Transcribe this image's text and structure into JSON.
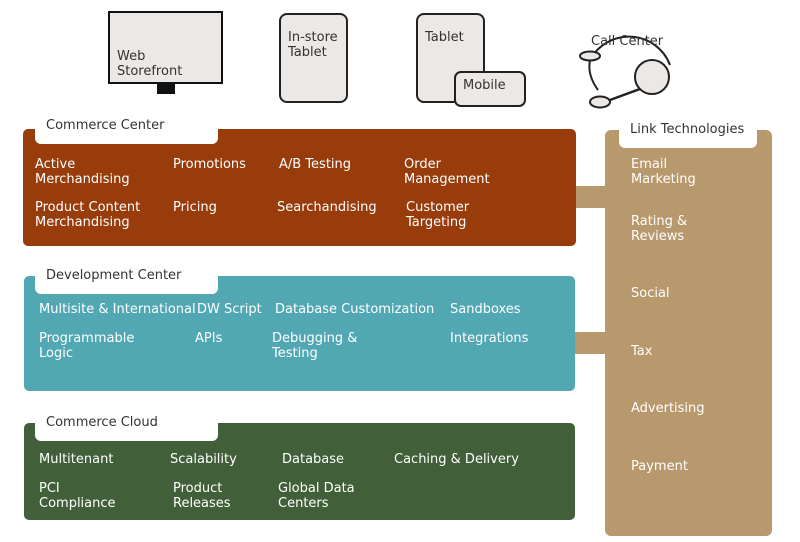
{
  "devices": {
    "web": "Web\nStorefront",
    "instore": "In-store\nTablet",
    "tablet": "Tablet",
    "mobile": "Mobile",
    "callcenter": "Call Center"
  },
  "colors": {
    "commerce_center": "#983c0c",
    "development_center": "#51a8b3",
    "commerce_cloud": "#41603a",
    "link": "#b8996d"
  },
  "commerce_center": {
    "title": "Commerce Center",
    "items": [
      "Active\nMerchandising",
      "Promotions",
      "A/B Testing",
      "Order\nManagement",
      "Product Content\nMerchandising",
      "Pricing",
      "Searchandising",
      "Customer\nTargeting"
    ]
  },
  "development_center": {
    "title": "Development Center",
    "items": [
      "Multisite & International",
      "DW Script",
      "Database Customization",
      "Sandboxes",
      "Programmable\nLogic",
      "APIs",
      "Debugging &\nTesting",
      "Integrations"
    ]
  },
  "commerce_cloud": {
    "title": "Commerce Cloud",
    "items": [
      "Multitenant",
      "Scalability",
      "Database",
      "Caching & Delivery",
      "PCI\nCompliance",
      "Product\nReleases",
      "Global Data\nCenters"
    ]
  },
  "link_technologies": {
    "title": "Link Technologies",
    "items": [
      "Email\nMarketing",
      "Rating &\nReviews",
      "Social",
      "Tax",
      "Advertising",
      "Payment"
    ]
  }
}
